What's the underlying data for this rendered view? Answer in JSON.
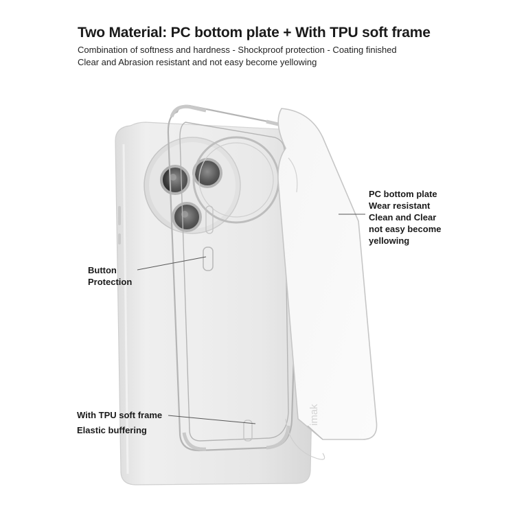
{
  "header": {
    "title": "Two Material:  PC bottom plate + With TPU soft frame",
    "line1": "Combination of softness and hardness - Shockproof protection - Coating finished",
    "line2": "Clear and Abrasion resistant and not easy become yellowing"
  },
  "callouts": {
    "pc_plate": [
      "PC bottom plate",
      "Wear resistant",
      "Clean and Clear",
      "not easy become",
      "yellowing"
    ],
    "button": [
      "Button",
      "Protection"
    ],
    "tpu": [
      "With TPU soft frame",
      "Elastic buffering"
    ]
  },
  "brand_mark": "imak",
  "colors": {
    "phone_body": "#e9e9e9",
    "frame_edge": "#b9b9b9",
    "text": "#1a1a1a"
  }
}
